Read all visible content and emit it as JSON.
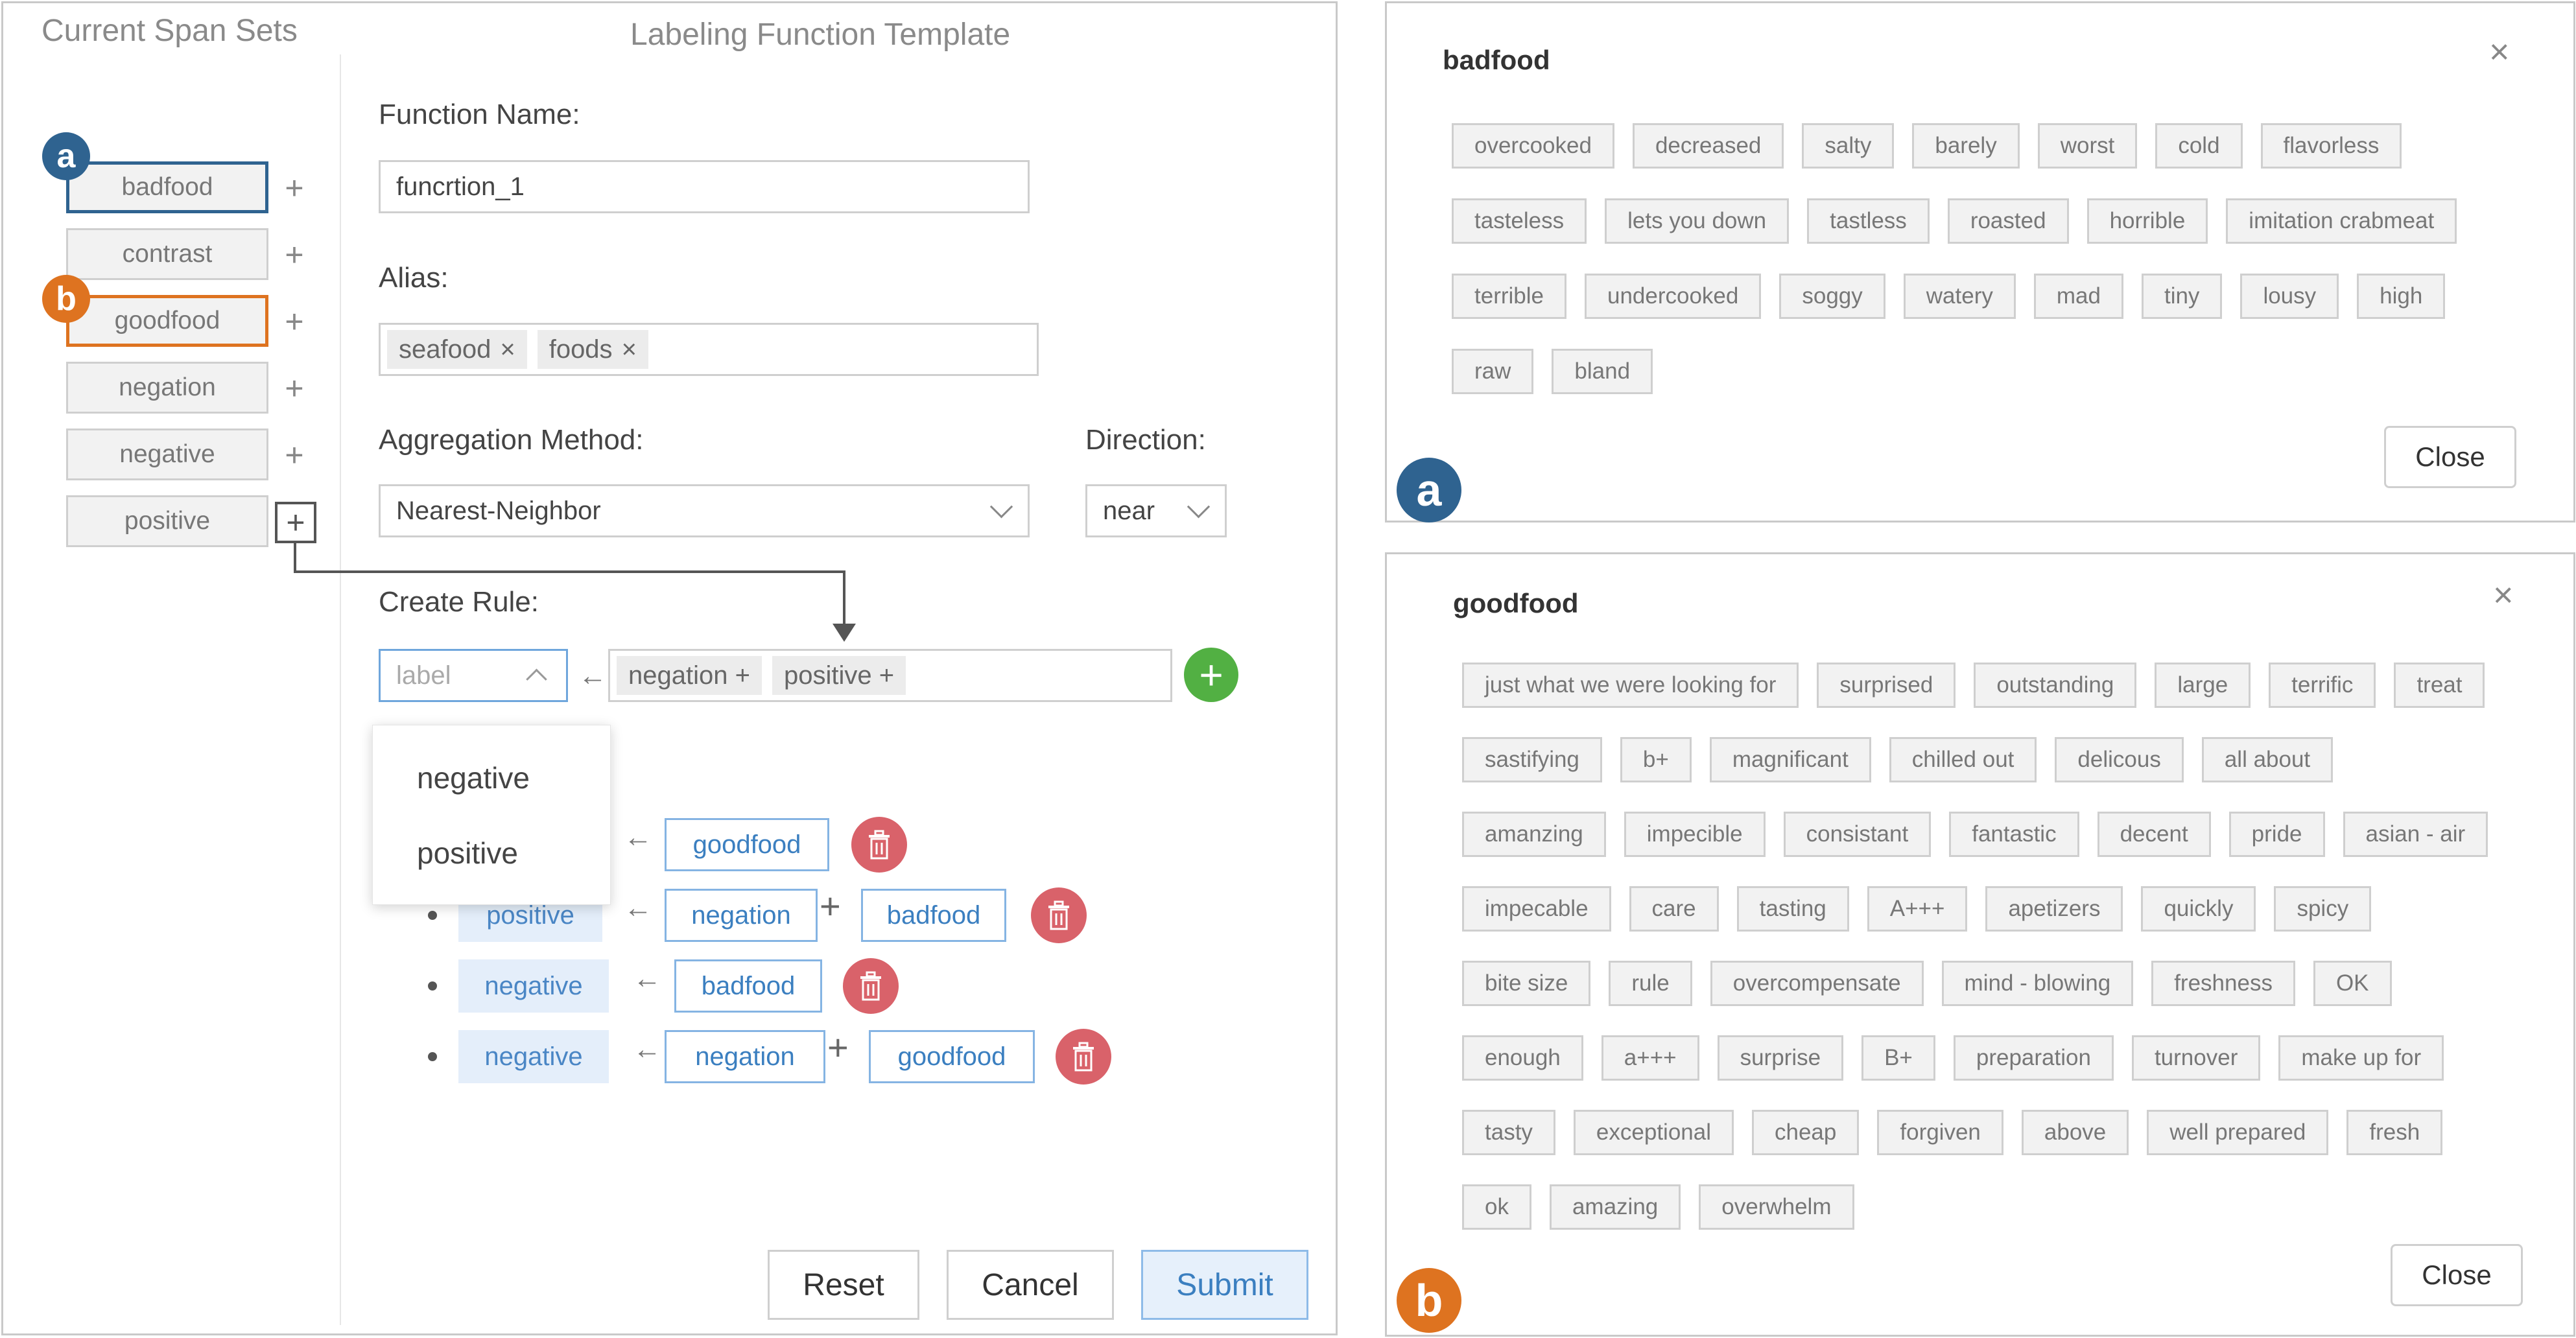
{
  "left_panel": {
    "span_sets_title": "Current Span Sets",
    "template_title": "Labeling Function Template",
    "span_sets": [
      {
        "label": "badfood"
      },
      {
        "label": "contrast"
      },
      {
        "label": "goodfood"
      },
      {
        "label": "negation"
      },
      {
        "label": "negative"
      },
      {
        "label": "positive"
      }
    ],
    "callouts": {
      "a": "a",
      "b": "b"
    },
    "function_name": {
      "label": "Function Name:",
      "value": "funcrtion_1"
    },
    "alias": {
      "label": "Alias:",
      "chips": [
        "seafood",
        "foods"
      ]
    },
    "aggregation": {
      "label": "Aggregation Method:",
      "value": "Nearest-Neighbor"
    },
    "direction": {
      "label": "Direction:",
      "value": "near"
    },
    "create_rule": {
      "label": "Create Rule:",
      "label_select_placeholder": "label",
      "arrow": "←",
      "spans": [
        "negation +",
        "positive +"
      ],
      "dropdown_options": [
        "negative",
        "positive"
      ]
    },
    "rules": [
      {
        "label": "",
        "spans": [
          "goodfood"
        ]
      },
      {
        "label": "positive",
        "spans": [
          "negation",
          "badfood"
        ]
      },
      {
        "label": "negative",
        "spans": [
          "badfood"
        ]
      },
      {
        "label": "negative",
        "spans": [
          "negation",
          "goodfood"
        ]
      }
    ],
    "buttons": {
      "reset": "Reset",
      "cancel": "Cancel",
      "submit": "Submit"
    }
  },
  "popups": [
    {
      "callout": "a",
      "title": "badfood",
      "close_label": "Close",
      "close_icon": "×",
      "tags": [
        "overcooked",
        "decreased",
        "salty",
        "barely",
        "worst",
        "cold",
        "flavorless",
        "tasteless",
        "lets you down",
        "tastless",
        "roasted",
        "horrible",
        "imitation crabmeat",
        "terrible",
        "undercooked",
        "soggy",
        "watery",
        "mad",
        "tiny",
        "lousy",
        "high",
        "raw",
        "bland"
      ]
    },
    {
      "callout": "b",
      "title": "goodfood",
      "close_label": "Close",
      "close_icon": "×",
      "tags": [
        "just what we were looking for",
        "surprised",
        "outstanding",
        "large",
        "terrific",
        "treat",
        "sastifying",
        "b+",
        "magnificant",
        "chilled out",
        "delicous",
        "all about",
        "amanzing",
        "impecible",
        "consistant",
        "fantastic",
        "decent",
        "pride",
        "asian - air",
        "impecable",
        "care",
        "tasting",
        "A+++",
        "apetizers",
        "quickly",
        "spicy",
        "bite size",
        "rule",
        "overcompensate",
        "mind - blowing",
        "freshness",
        "OK",
        "enough",
        "a+++",
        "surprise",
        "B+",
        "preparation",
        "turnover",
        "make up for",
        "tasty",
        "exceptional",
        "cheap",
        "forgiven",
        "above",
        "well prepared",
        "fresh",
        "ok",
        "amazing",
        "overwhelm"
      ]
    }
  ],
  "colors": {
    "callout_a": "#2f6390",
    "callout_b": "#de7320",
    "add_rule": "#52b043",
    "delete": "#d9626a",
    "accent": "#3b7fc0"
  }
}
